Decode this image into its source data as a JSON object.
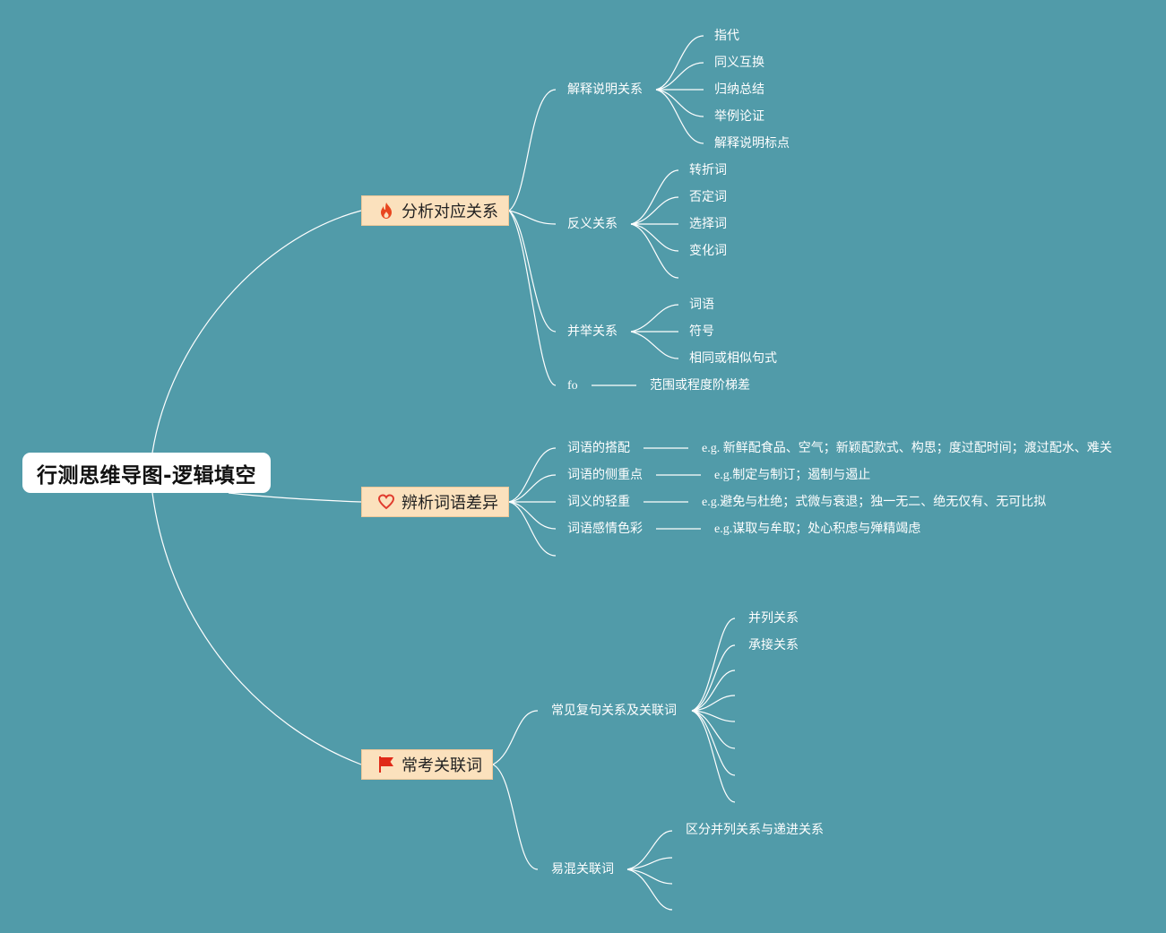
{
  "root": {
    "title": "行测思维导图-逻辑填空"
  },
  "branches": {
    "analysis": {
      "label": "分析对应关系",
      "icon": "fire-icon",
      "children": {
        "explain": {
          "label": "解释说明关系",
          "items": [
            "指代",
            "同义互换",
            "归纳总结",
            "举例论证",
            "解释说明标点"
          ]
        },
        "antonym": {
          "label": "反义关系",
          "items": [
            "转折词",
            "否定词",
            "选择词",
            "变化词"
          ]
        },
        "parallel": {
          "label": "并举关系",
          "items": [
            "词语",
            "符号",
            "相同或相似句式"
          ]
        },
        "fo": {
          "label": "fo",
          "detail": "范围或程度阶梯差"
        }
      }
    },
    "discern": {
      "label": "辨析词语差异",
      "icon": "heart-icon",
      "children": [
        {
          "label": "词语的搭配",
          "detail": "e.g. 新鲜配食品、空气；新颖配款式、构思；度过配时间；渡过配水、难关"
        },
        {
          "label": "词语的侧重点",
          "detail": "e.g.制定与制订；遏制与遏止"
        },
        {
          "label": "词义的轻重",
          "detail": "e.g.避免与杜绝；式微与衰退；独一无二、绝无仅有、无可比拟"
        },
        {
          "label": "词语感情色彩",
          "detail": "e.g.谋取与牟取；处心积虑与殚精竭虑"
        }
      ]
    },
    "connectives": {
      "label": "常考关联词",
      "icon": "flag-icon",
      "children": {
        "common": {
          "label": "常见复句关系及关联词",
          "items": [
            "并列关系",
            "承接关系"
          ]
        },
        "confusing": {
          "label": "易混关联词",
          "items": [
            "区分并列关系与递进关系"
          ]
        }
      }
    }
  },
  "colors": {
    "background": "#519ba9",
    "branch_fill": "#fbe1bd",
    "line": "#ffffff",
    "fire": "#e8461f",
    "heart": "#e03c2e",
    "flag": "#e02a18"
  }
}
